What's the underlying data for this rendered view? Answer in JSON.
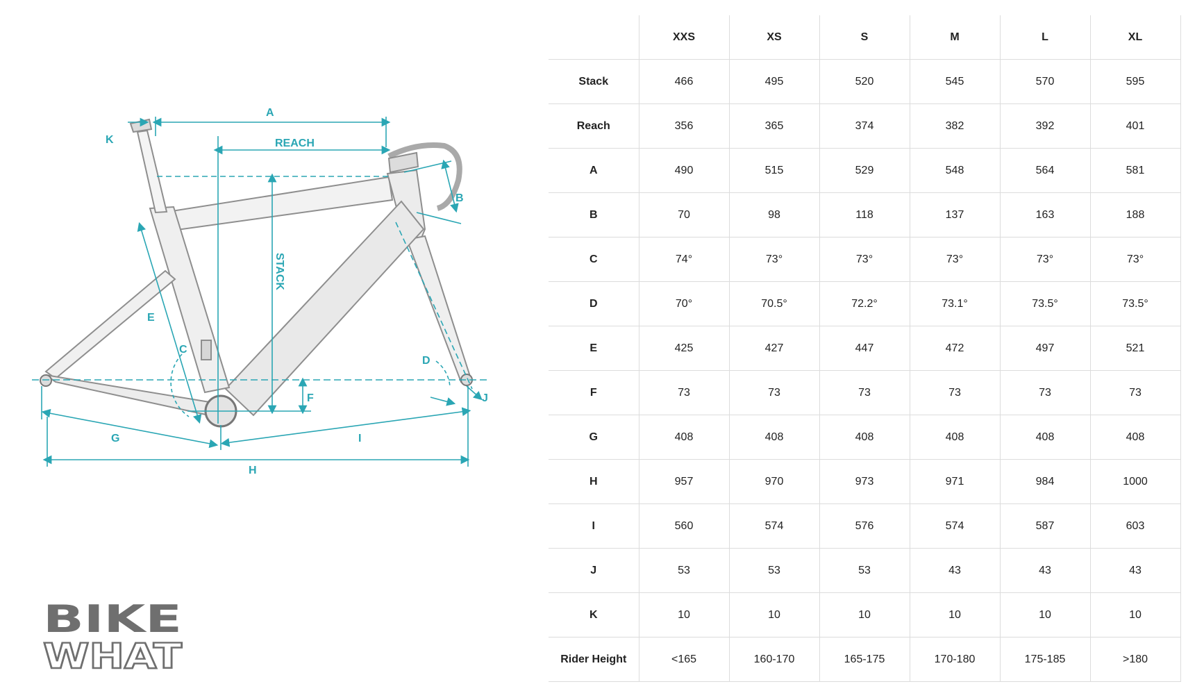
{
  "diagram": {
    "dimension_labels": {
      "A": "A",
      "reach": "REACH",
      "K": "K",
      "B": "B",
      "stack": "STACK",
      "E": "E",
      "C": "C",
      "D": "D",
      "F": "F",
      "J": "J",
      "G": "G",
      "I": "I",
      "H": "H"
    },
    "accent_color": "#2aa6b4"
  },
  "logo": {
    "line1": "BIKE",
    "line2": "WHAT"
  },
  "table": {
    "columns": [
      "",
      "XXS",
      "XS",
      "S",
      "M",
      "L",
      "XL"
    ],
    "rows": [
      {
        "label": "Stack",
        "values": [
          "466",
          "495",
          "520",
          "545",
          "570",
          "595"
        ]
      },
      {
        "label": "Reach",
        "values": [
          "356",
          "365",
          "374",
          "382",
          "392",
          "401"
        ]
      },
      {
        "label": "A",
        "values": [
          "490",
          "515",
          "529",
          "548",
          "564",
          "581"
        ]
      },
      {
        "label": "B",
        "values": [
          "70",
          "98",
          "118",
          "137",
          "163",
          "188"
        ]
      },
      {
        "label": "C",
        "values": [
          "74°",
          "73°",
          "73°",
          "73°",
          "73°",
          "73°"
        ]
      },
      {
        "label": "D",
        "values": [
          "70°",
          "70.5°",
          "72.2°",
          "73.1°",
          "73.5°",
          "73.5°"
        ]
      },
      {
        "label": "E",
        "values": [
          "425",
          "427",
          "447",
          "472",
          "497",
          "521"
        ]
      },
      {
        "label": "F",
        "values": [
          "73",
          "73",
          "73",
          "73",
          "73",
          "73"
        ]
      },
      {
        "label": "G",
        "values": [
          "408",
          "408",
          "408",
          "408",
          "408",
          "408"
        ]
      },
      {
        "label": "H",
        "values": [
          "957",
          "970",
          "973",
          "971",
          "984",
          "1000"
        ]
      },
      {
        "label": "I",
        "values": [
          "560",
          "574",
          "576",
          "574",
          "587",
          "603"
        ]
      },
      {
        "label": "J",
        "values": [
          "53",
          "53",
          "53",
          "43",
          "43",
          "43"
        ]
      },
      {
        "label": "K",
        "values": [
          "10",
          "10",
          "10",
          "10",
          "10",
          "10"
        ]
      },
      {
        "label": "Rider Height",
        "values": [
          "<165",
          "160-170",
          "165-175",
          "170-180",
          "175-185",
          ">180"
        ]
      }
    ]
  }
}
